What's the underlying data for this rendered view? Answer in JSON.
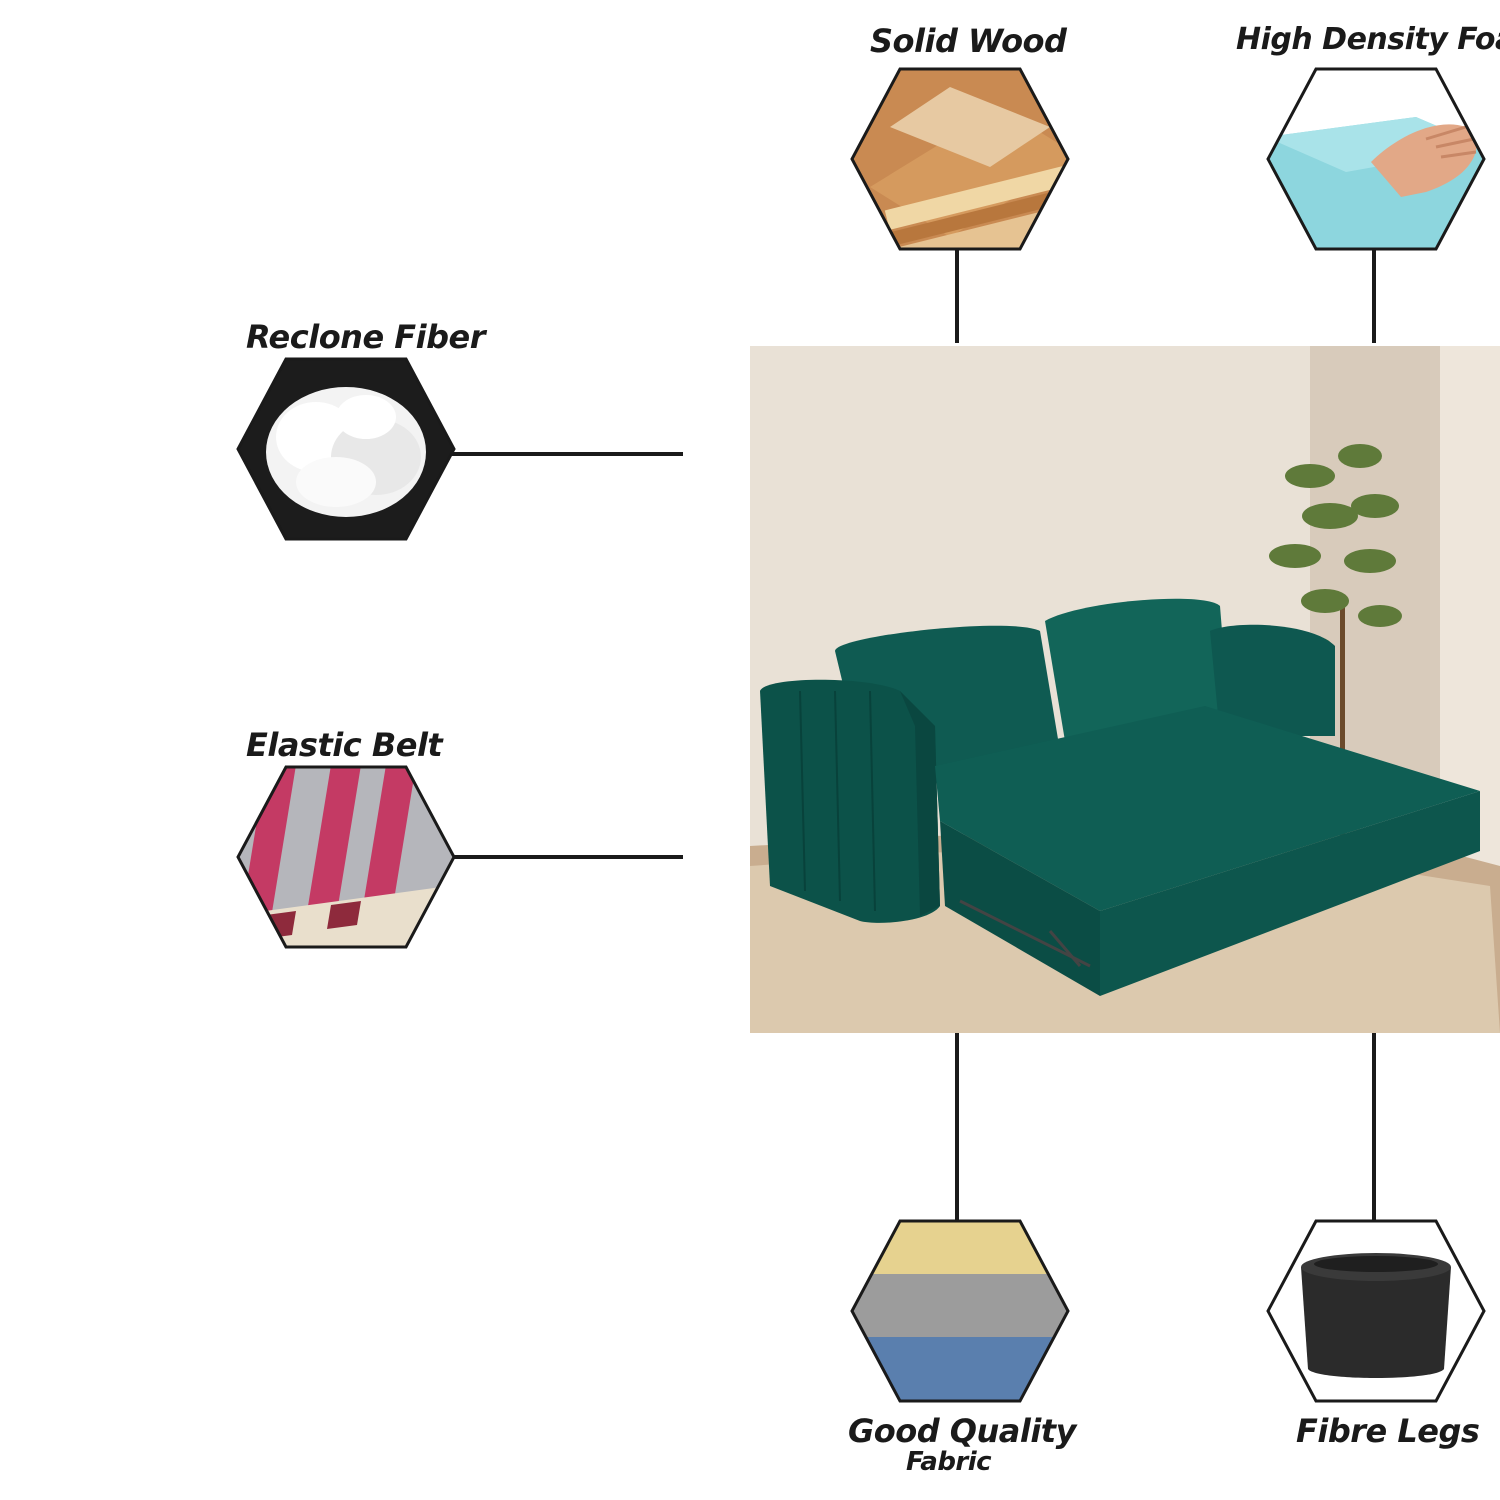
{
  "features": {
    "solid_wood": {
      "label": "Solid Wood",
      "icon": "plywood-stack-icon"
    },
    "high_density_foam": {
      "label": "High Density Foam",
      "icon": "foam-block-icon"
    },
    "reclone_fiber": {
      "label": "Reclone Fiber",
      "icon": "fiber-fluff-icon"
    },
    "elastic_belt": {
      "label": "Elastic Belt",
      "icon": "elastic-webbing-icon"
    },
    "good_quality_fabric": {
      "label": "Good Quality",
      "sublabel": "Fabric",
      "icon": "fabric-swatches-icon"
    },
    "fibre_legs": {
      "label": "Fibre Legs",
      "icon": "sofa-leg-icon"
    }
  },
  "product": {
    "image": "green-sofa-cum-bed-photo",
    "color": "#0f5b52"
  }
}
